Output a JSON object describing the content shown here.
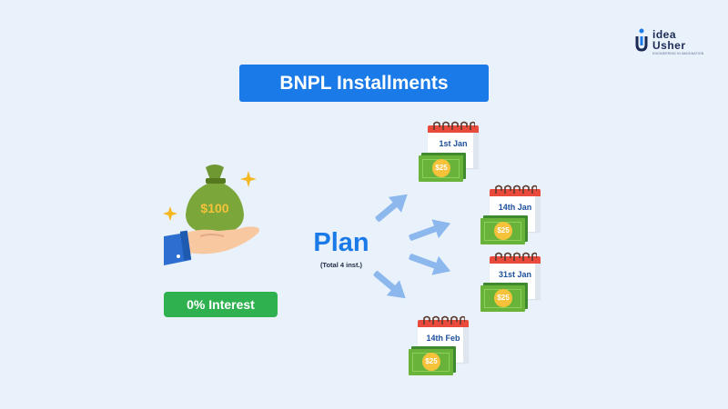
{
  "brand": {
    "line1": "idea",
    "line2": "Usher",
    "tagline": "ENGINEERING IN IMAGINATION"
  },
  "title": "BNPL Installments",
  "money_bag": {
    "amount": "$100"
  },
  "interest_badge": "0% Interest",
  "plan": {
    "label": "Plan",
    "sublabel": "(Total 4 inst.)"
  },
  "installments": [
    {
      "date": "1st Jan",
      "amount": "$25"
    },
    {
      "date": "14th Jan",
      "amount": "$25"
    },
    {
      "date": "31st Jan",
      "amount": "$25"
    },
    {
      "date": "14th Feb",
      "amount": "$25"
    }
  ],
  "colors": {
    "background": "#e9f1fb",
    "primary_blue": "#1a7ae8",
    "interest_green": "#2fb14f",
    "calendar_red": "#e94a3c",
    "bag_green": "#7ba639",
    "sparkle_gold": "#f5b71f",
    "arrow_blue": "#8cb8ee"
  }
}
